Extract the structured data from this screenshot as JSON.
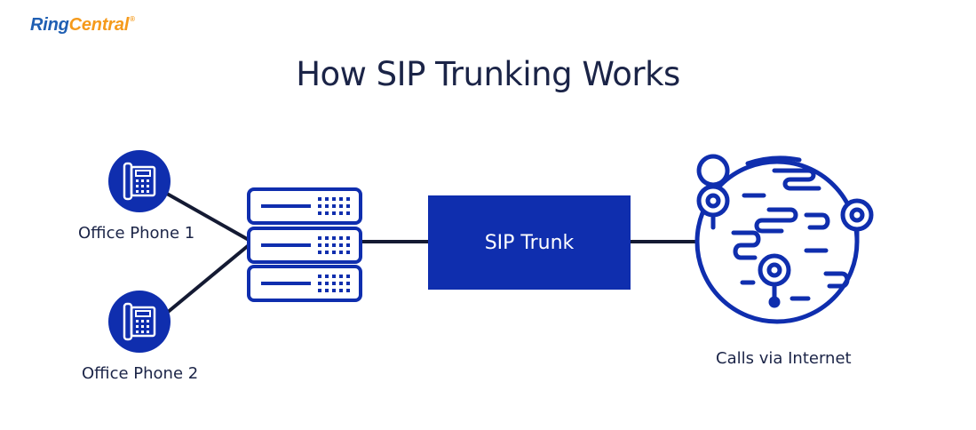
{
  "brand": {
    "part1": "Ring",
    "part2": "Central",
    "mark": "®"
  },
  "title": "How SIP Trunking Works",
  "nodes": {
    "phone1": {
      "label": "Office Phone 1",
      "icon": "desk-phone-icon"
    },
    "phone2": {
      "label": "Office Phone 2",
      "icon": "desk-phone-icon"
    },
    "server": {
      "icon": "server-rack-icon"
    },
    "trunk": {
      "label": "SIP Trunk"
    },
    "internet": {
      "label": "Calls via Internet",
      "icon": "globe-with-pins-icon"
    }
  },
  "colors": {
    "navy": "#1b2447",
    "blue": "#0f2eae",
    "line": "#141a33",
    "brand_blue": "#1f5fb3",
    "brand_orange": "#f59a1b"
  }
}
